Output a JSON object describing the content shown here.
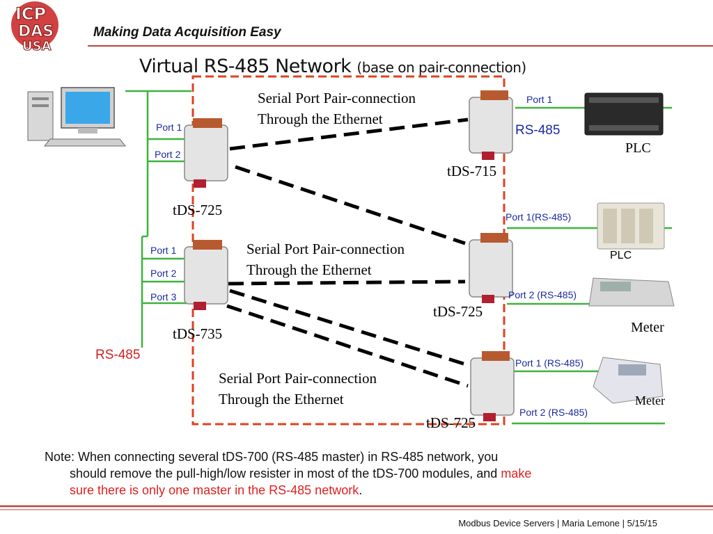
{
  "header": {
    "logo": "ICP DAS USA",
    "tagline": "Making Data Acquisition Easy",
    "title": "Virtual RS-485 Network",
    "title_sub": "(base on pair-connection)"
  },
  "connections": {
    "top": [
      "Serial Port Pair-connection",
      "Through the Ethernet"
    ],
    "middle": [
      "Serial Port Pair-connection",
      "Through the Ethernet"
    ],
    "bottom": [
      "Serial Port Pair-connection",
      "Through the Ethernet"
    ]
  },
  "devices": {
    "left_top": {
      "name": "tDS-725",
      "ports": [
        "Port 1",
        "Port 2"
      ]
    },
    "left_bottom": {
      "name": "tDS-735",
      "ports": [
        "Port 1",
        "Port 2",
        "Port 3"
      ]
    },
    "right_top": {
      "name": "tDS-715",
      "port": "Port 1",
      "bus": "RS-485"
    },
    "right_middle": {
      "name": "tDS-725",
      "ports": [
        "Port 1(RS-485)",
        "Port 2 (RS-485)"
      ]
    },
    "right_bottom": {
      "name": "tDS-725",
      "ports": [
        "Port 1 (RS-485)",
        "Port 2 (RS-485)"
      ]
    }
  },
  "equipment": {
    "plc_top": "PLC",
    "plc_middle": "PLC",
    "meter_middle": "Meter",
    "meter_bottom": "Meter"
  },
  "left_bus_label": "RS-485",
  "note": {
    "line1": "Note: When connecting several tDS-700 (RS-485 master) in RS-485 network, you",
    "line2": "should remove the pull-high/low resister in most of the tDS-700 modules, and ",
    "line2_red": "make",
    "line3_red": "sure there is only one master in the RS-485 network",
    "line3_end": "."
  },
  "footer": "Modbus Device Servers | Maria  Lemone | 5/15/15",
  "colors": {
    "bus_green": "#3cb43c",
    "boundary_red": "#e04020",
    "accent_red": "#c0403a",
    "port_blue": "#1a2aa0"
  }
}
